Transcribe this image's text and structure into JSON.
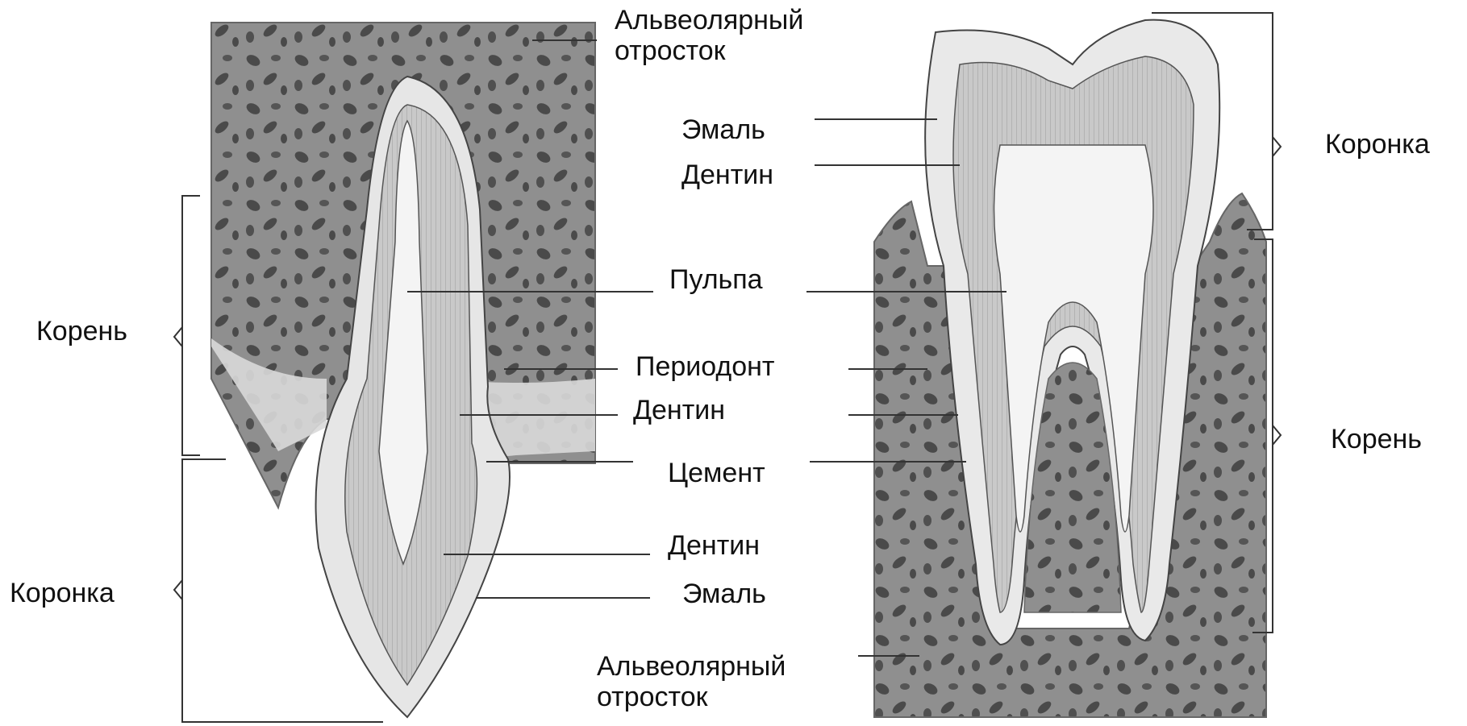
{
  "upper_tooth": {
    "labels": {
      "alveolar_process": "Альвеолярный отросток",
      "root": "Корень",
      "crown": "Коронка",
      "pulp": "Пульпа",
      "periodontium": "Периодонт",
      "dentin_root": "Дентин",
      "cementum": "Цемент",
      "dentin_crown": "Дентин",
      "enamel": "Эмаль"
    }
  },
  "molar": {
    "labels": {
      "enamel": "Эмаль",
      "dentin": "Дентин",
      "crown": "Коронка",
      "root": "Корень",
      "alveolar_process": "Альвеолярный отросток"
    }
  },
  "colors": {
    "bone": "#8c8c8c",
    "bone_holes": "#4a4a4a",
    "dentin": "#cfcfcf",
    "pulp": "#f2f2f2",
    "enamel": "#e8e8e8",
    "lines": "#333333"
  }
}
